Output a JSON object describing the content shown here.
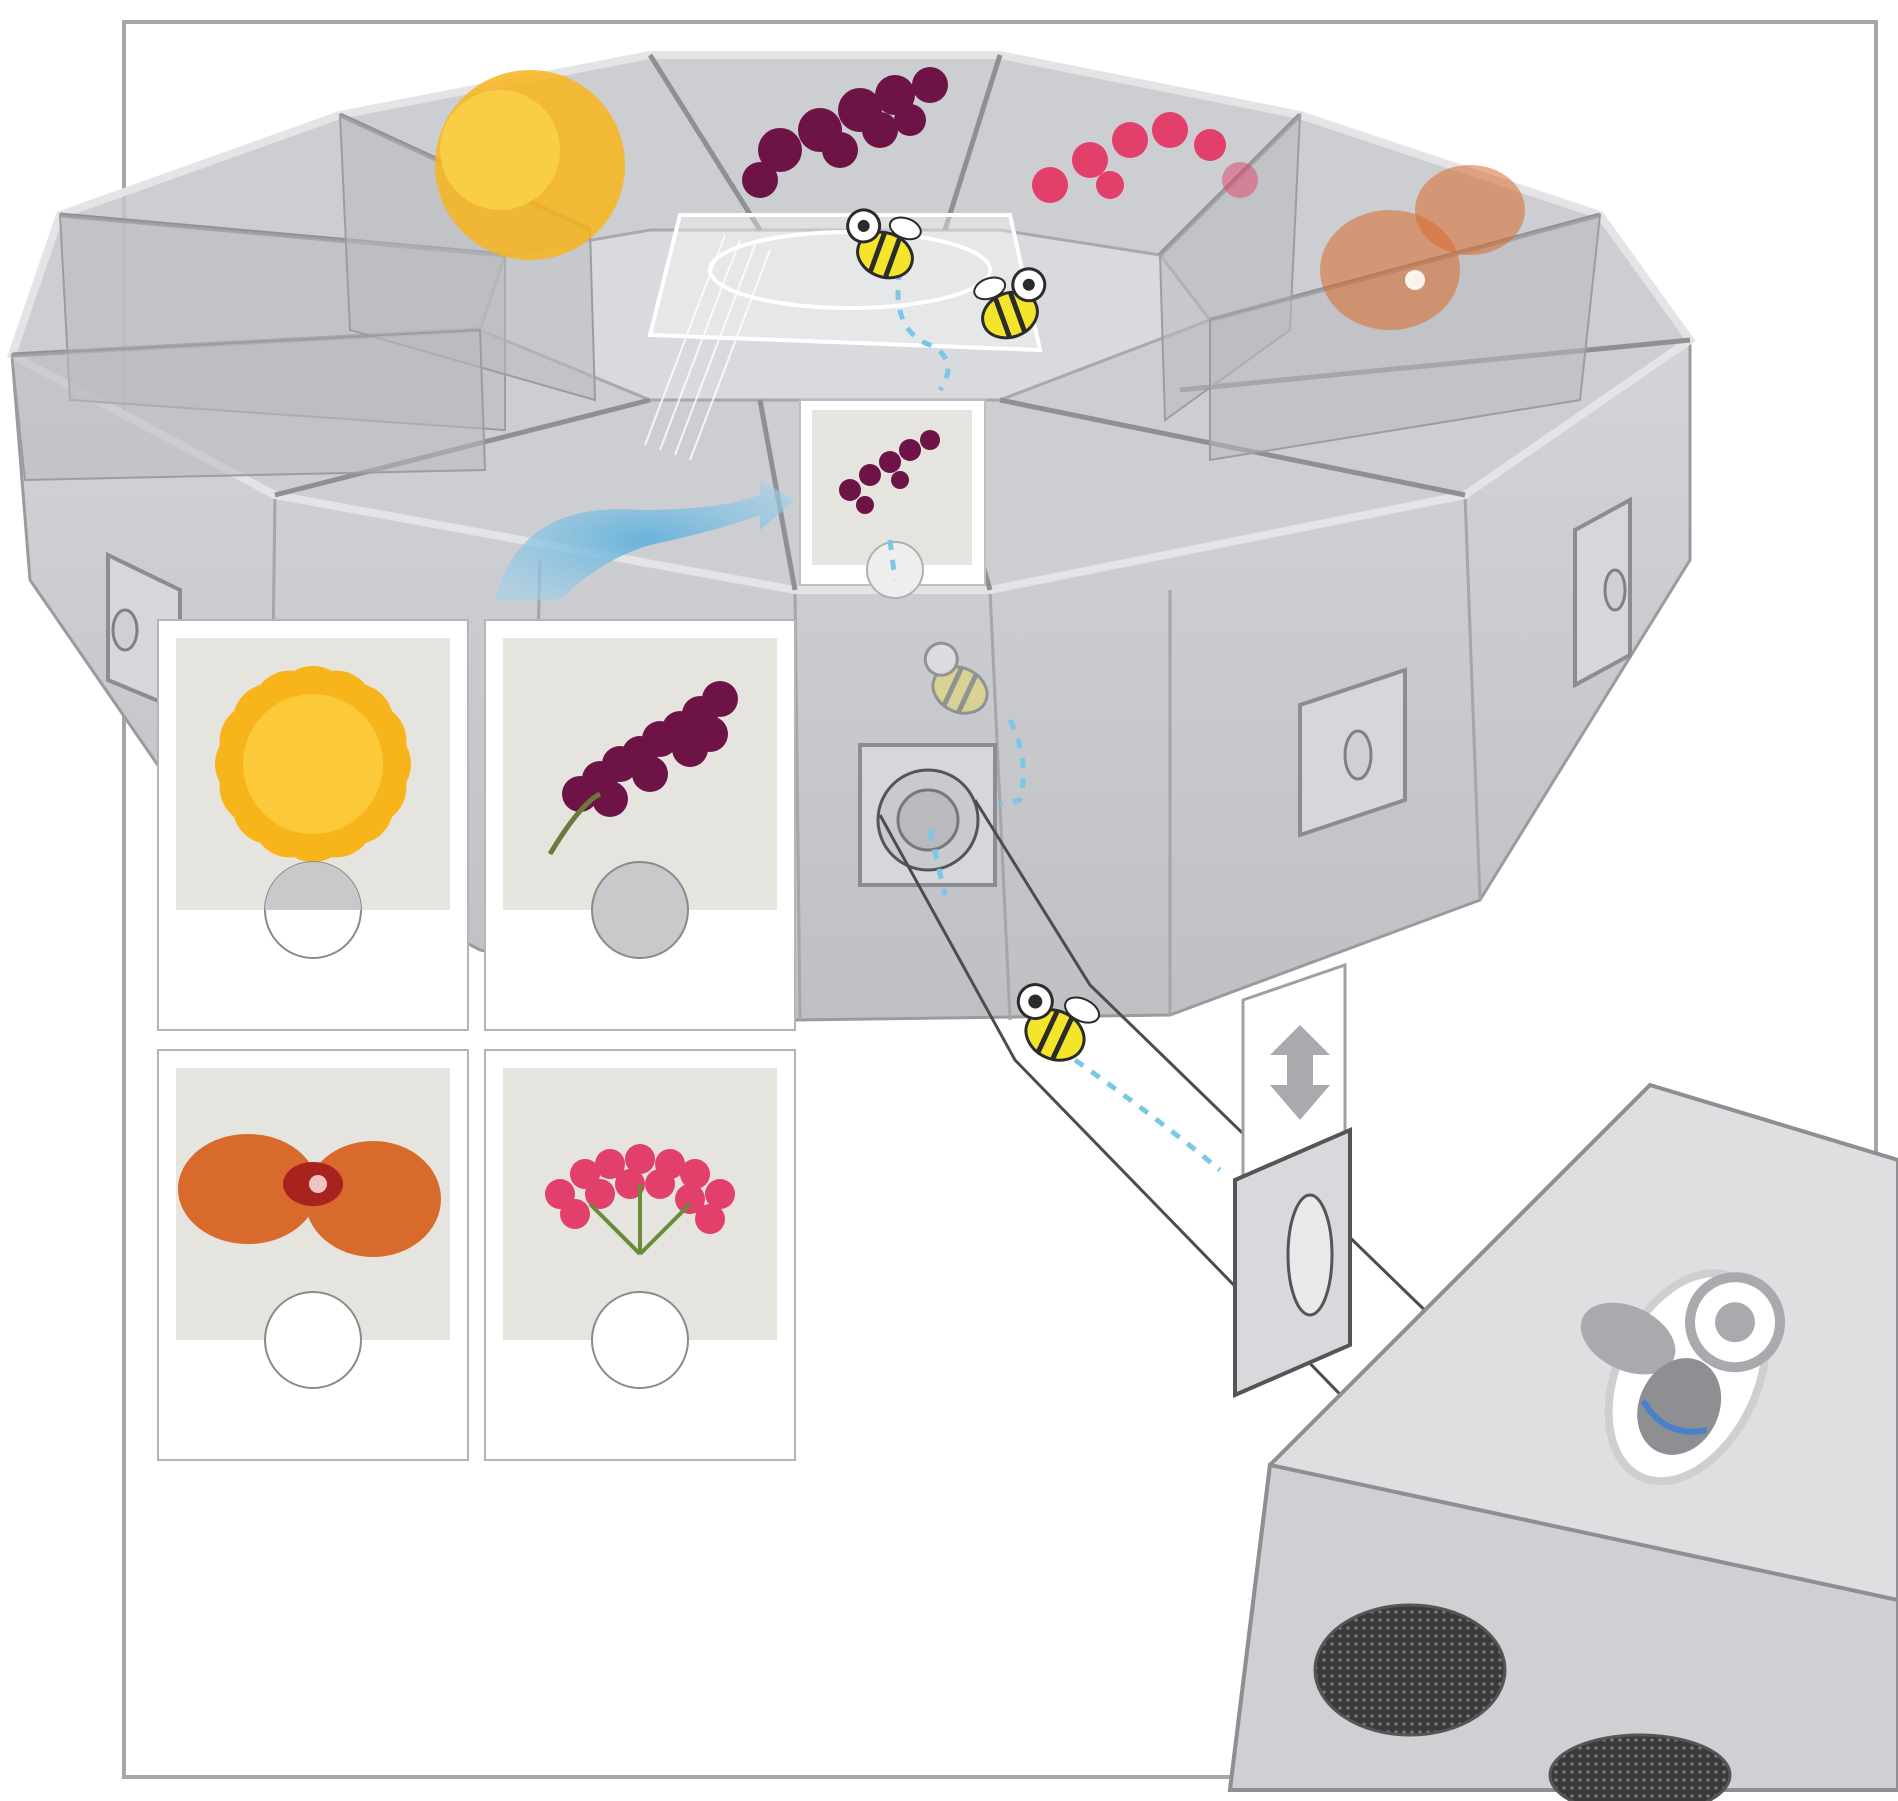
{
  "colors": {
    "background": "#ffffff",
    "frame": "#a6a6a6",
    "arena_panel": "#c9cacd",
    "arena_panel_dark": "#b4b5b9",
    "arena_edge": "#8f9094",
    "arena_rim": "#e8e8ea",
    "hive_box": "#dedfe1",
    "hive_box_dark": "#cfd0d3",
    "tube": "#4d4d4d",
    "flight_path": "#7cc7e8",
    "bee_body": "#f5e52a",
    "bee_stripe": "#2b2b2b",
    "blue_arrow": "#7fbfdf",
    "mesh": "#3a3a3a",
    "marigold": "#f7b51b",
    "orchid_purple": "#6e1346",
    "orchid_orange": "#d86a2c",
    "pink_flower": "#e2406a",
    "card_bg": "#ffffff",
    "photo_bg": "#e6e4df"
  },
  "icons": {
    "bee_worker": "bee-icon",
    "bee_logo": "bee-logo-icon",
    "gate_arrow": "double-arrow-icon"
  },
  "stimulus_cards": [
    {
      "flower": "yellow-marigold",
      "color_key": "marigold",
      "disk": "half"
    },
    {
      "flower": "purple-orchid",
      "color_key": "orchid_purple",
      "disk": "grey"
    },
    {
      "flower": "orange-orchid",
      "color_key": "orchid_orange",
      "disk": "white"
    },
    {
      "flower": "pink-cluster",
      "color_key": "pink_flower",
      "disk": "white"
    }
  ]
}
